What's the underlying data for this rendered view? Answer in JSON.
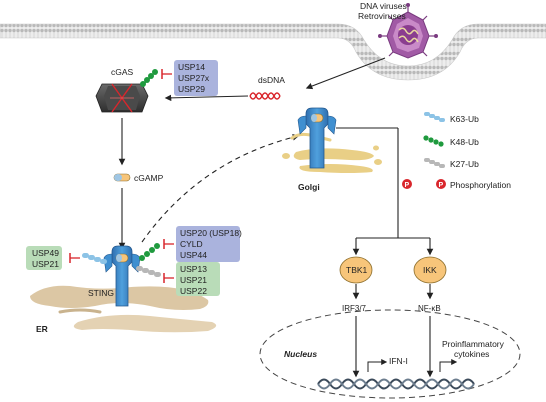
{
  "virus": {
    "line1": "DNA viruses",
    "line2": "Retroviruses"
  },
  "cgas": {
    "label": "cGAS"
  },
  "cgas_usp": {
    "lines": [
      "USP14",
      "USP27x",
      "USP29"
    ],
    "color": "#aab3dd"
  },
  "dsdna": {
    "label": "dsDNA"
  },
  "cgamp": {
    "label": "cGAMP"
  },
  "sting": {
    "label": "STING"
  },
  "er": {
    "label": "ER"
  },
  "golgi": {
    "label": "Golgi"
  },
  "usp_k63": {
    "lines": [
      "USP49",
      "USP21"
    ],
    "color": "#b9dcb8"
  },
  "usp_k48": {
    "lines": [
      "USP20 (USP18)",
      "CYLD",
      "USP44"
    ],
    "color": "#aab3dd"
  },
  "usp_k27": {
    "lines": [
      "USP13",
      "USP21",
      "USP22"
    ],
    "color": "#b9dcb8"
  },
  "legend": {
    "k63": "K63-Ub",
    "k48": "K48-Ub",
    "k27": "K27-Ub",
    "phos": "Phosphorylation",
    "phos_symbol": "P"
  },
  "kinases": {
    "tbk1": "TBK1",
    "ikk": "IKK"
  },
  "tfs": {
    "irf": "IRF3/7",
    "nfkb": "NF-κB"
  },
  "nucleus": {
    "label": "Nucleus",
    "ifn": "IFN-I",
    "cytokines_line1": "Proinflammatory",
    "cytokines_line2": "cytokines"
  },
  "colors": {
    "sting_blue": "#3f8fd0",
    "k48_green": "#1f9a3e",
    "k63_blue": "#8cc3e6",
    "k27_gray": "#b7b7b7",
    "inhibit_red": "#d9262c",
    "kinase_orange": "#f7c57a",
    "membrane_gray": "#d4d4d4",
    "golgi_tan": "#e9cf86",
    "er_tan": "#dcc7a4",
    "virus_purple": "#9b4fa0"
  }
}
